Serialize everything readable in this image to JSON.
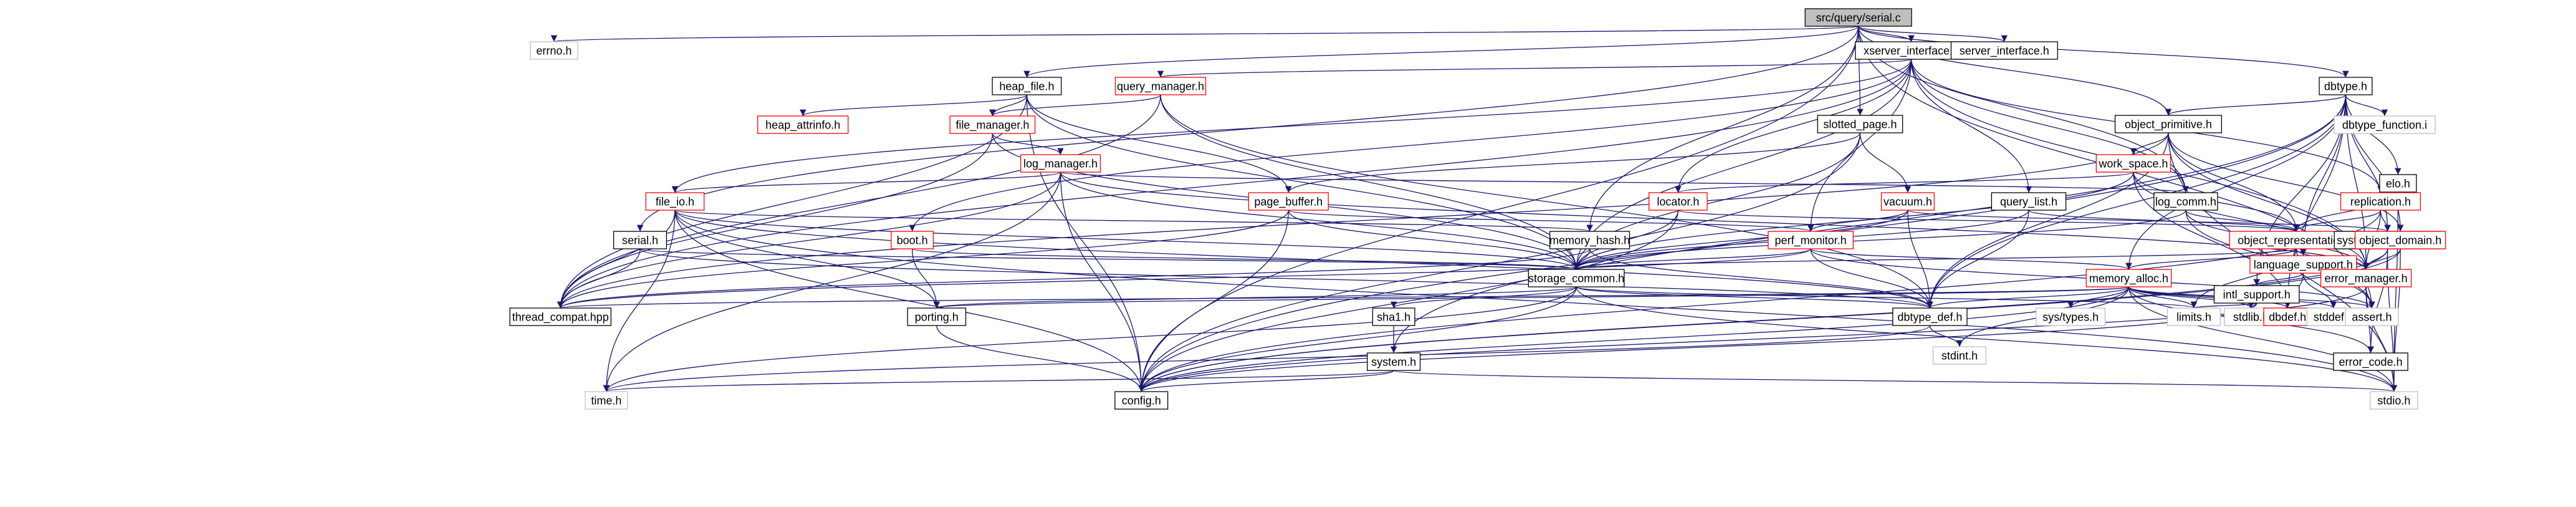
{
  "colors": {
    "edge": "#191970",
    "node_fill": "#ffffff",
    "root_fill": "#bfbfbf",
    "border_documented": "#000000",
    "border_undocumented": "#ff0000",
    "border_external": "#bfbfbf"
  },
  "nodes": [
    {
      "id": "serial_c",
      "label": "src/query/serial.c",
      "kind": "root"
    },
    {
      "id": "errno_h",
      "label": "errno.h",
      "kind": "external"
    },
    {
      "id": "heap_file_h",
      "label": "heap_file.h",
      "kind": "documented"
    },
    {
      "id": "xserver_interface_h",
      "label": "xserver_interface.h",
      "kind": "documented"
    },
    {
      "id": "server_interface_h",
      "label": "server_interface.h",
      "kind": "documented"
    },
    {
      "id": "dbtype_h",
      "label": "dbtype.h",
      "kind": "documented"
    },
    {
      "id": "heap_attrinfo_h",
      "label": "heap_attrinfo.h",
      "kind": "undocumented"
    },
    {
      "id": "file_manager_h",
      "label": "file_manager.h",
      "kind": "undocumented"
    },
    {
      "id": "query_manager_h",
      "label": "query_manager.h",
      "kind": "undocumented"
    },
    {
      "id": "slotted_page_h",
      "label": "slotted_page.h",
      "kind": "documented"
    },
    {
      "id": "object_primitive_h",
      "label": "object_primitive.h",
      "kind": "documented"
    },
    {
      "id": "dbtype_function_i",
      "label": "dbtype_function.i",
      "kind": "external"
    },
    {
      "id": "log_manager_h",
      "label": "log_manager.h",
      "kind": "undocumented"
    },
    {
      "id": "work_space_h",
      "label": "work_space.h",
      "kind": "undocumented"
    },
    {
      "id": "elo_h",
      "label": "elo.h",
      "kind": "documented"
    },
    {
      "id": "file_io_h",
      "label": "file_io.h",
      "kind": "undocumented"
    },
    {
      "id": "page_buffer_h",
      "label": "page_buffer.h",
      "kind": "undocumented"
    },
    {
      "id": "locator_h",
      "label": "locator.h",
      "kind": "undocumented"
    },
    {
      "id": "vacuum_h",
      "label": "vacuum.h",
      "kind": "undocumented"
    },
    {
      "id": "query_list_h",
      "label": "query_list.h",
      "kind": "documented"
    },
    {
      "id": "log_comm_h",
      "label": "log_comm.h",
      "kind": "documented"
    },
    {
      "id": "replication_h",
      "label": "replication.h",
      "kind": "undocumented"
    },
    {
      "id": "serial_h",
      "label": "serial.h",
      "kind": "documented"
    },
    {
      "id": "boot_h",
      "label": "boot.h",
      "kind": "undocumented"
    },
    {
      "id": "memory_hash_h",
      "label": "memory_hash.h",
      "kind": "documented"
    },
    {
      "id": "perf_monitor_h",
      "label": "perf_monitor.h",
      "kind": "undocumented"
    },
    {
      "id": "object_representation_h",
      "label": "object_representation.h",
      "kind": "undocumented"
    },
    {
      "id": "system_parameter_h",
      "label": "system_parameter.h",
      "kind": "documented"
    },
    {
      "id": "object_domain_h",
      "label": "object_domain.h",
      "kind": "undocumented"
    },
    {
      "id": "language_support_h",
      "label": "language_support.h",
      "kind": "undocumented"
    },
    {
      "id": "storage_common_h",
      "label": "storage_common.h",
      "kind": "documented"
    },
    {
      "id": "memory_alloc_h",
      "label": "memory_alloc.h",
      "kind": "undocumented"
    },
    {
      "id": "intl_support_h",
      "label": "intl_support.h",
      "kind": "documented"
    },
    {
      "id": "error_manager_h",
      "label": "error_manager.h",
      "kind": "undocumented"
    },
    {
      "id": "thread_compat_hpp",
      "label": "thread_compat.hpp",
      "kind": "documented"
    },
    {
      "id": "porting_h",
      "label": "porting.h",
      "kind": "documented"
    },
    {
      "id": "sha1_h",
      "label": "sha1.h",
      "kind": "documented"
    },
    {
      "id": "sys_types_h",
      "label": "sys/types.h",
      "kind": "external"
    },
    {
      "id": "limits_h",
      "label": "limits.h",
      "kind": "external"
    },
    {
      "id": "dbtype_def_h",
      "label": "dbtype_def.h",
      "kind": "documented"
    },
    {
      "id": "stdlib_h",
      "label": "stdlib.h",
      "kind": "external"
    },
    {
      "id": "dbdef_h",
      "label": "dbdef.h",
      "kind": "undocumented"
    },
    {
      "id": "stddef_h",
      "label": "stddef.h",
      "kind": "external"
    },
    {
      "id": "assert_h",
      "label": "assert.h",
      "kind": "external"
    },
    {
      "id": "system_h",
      "label": "system.h",
      "kind": "documented"
    },
    {
      "id": "stdint_h",
      "label": "stdint.h",
      "kind": "external"
    },
    {
      "id": "error_code_h",
      "label": "error_code.h",
      "kind": "documented"
    },
    {
      "id": "time_h",
      "label": "time.h",
      "kind": "external"
    },
    {
      "id": "config_h",
      "label": "config.h",
      "kind": "documented"
    },
    {
      "id": "stdio_h",
      "label": "stdio.h",
      "kind": "external"
    }
  ],
  "edges": [
    [
      "serial_c",
      "errno_h"
    ],
    [
      "serial_c",
      "heap_file_h"
    ],
    [
      "serial_c",
      "xserver_interface_h"
    ],
    [
      "serial_c",
      "server_interface_h"
    ],
    [
      "serial_c",
      "dbtype_h"
    ],
    [
      "serial_c",
      "slotted_page_h"
    ],
    [
      "serial_c",
      "object_primitive_h"
    ],
    [
      "serial_c",
      "log_comm_h"
    ],
    [
      "serial_c",
      "serial_h"
    ],
    [
      "serial_c",
      "memory_hash_h"
    ],
    [
      "serial_c",
      "config_h"
    ],
    [
      "serial_c",
      "assert_h"
    ],
    [
      "heap_file_h",
      "heap_attrinfo_h"
    ],
    [
      "heap_file_h",
      "file_manager_h"
    ],
    [
      "heap_file_h",
      "page_buffer_h"
    ],
    [
      "heap_file_h",
      "thread_compat_hpp"
    ],
    [
      "heap_file_h",
      "storage_common_h"
    ],
    [
      "heap_file_h",
      "config_h"
    ],
    [
      "xserver_interface_h",
      "query_manager_h"
    ],
    [
      "xserver_interface_h",
      "file_io_h"
    ],
    [
      "xserver_interface_h",
      "locator_h"
    ],
    [
      "xserver_interface_h",
      "perf_monitor_h"
    ],
    [
      "xserver_interface_h",
      "query_list_h"
    ],
    [
      "xserver_interface_h",
      "replication_h"
    ],
    [
      "xserver_interface_h",
      "boot_h"
    ],
    [
      "xserver_interface_h",
      "storage_common_h"
    ],
    [
      "xserver_interface_h",
      "error_manager_h"
    ],
    [
      "xserver_interface_h",
      "thread_compat_hpp"
    ],
    [
      "xserver_interface_h",
      "log_comm_h"
    ],
    [
      "dbtype_h",
      "object_primitive_h"
    ],
    [
      "dbtype_h",
      "dbtype_function_i"
    ],
    [
      "dbtype_h",
      "elo_h"
    ],
    [
      "dbtype_h",
      "object_domain_h"
    ],
    [
      "dbtype_h",
      "language_support_h"
    ],
    [
      "dbtype_h",
      "intl_support_h"
    ],
    [
      "dbtype_h",
      "system_parameter_h"
    ],
    [
      "dbtype_h",
      "error_manager_h"
    ],
    [
      "dbtype_h",
      "dbtype_def_h"
    ],
    [
      "dbtype_h",
      "memory_alloc_h"
    ],
    [
      "dbtype_h",
      "system_h"
    ],
    [
      "dbtype_h",
      "config_h"
    ],
    [
      "dbtype_h",
      "dbdef_h"
    ],
    [
      "query_manager_h",
      "file_manager_h"
    ],
    [
      "query_manager_h",
      "storage_common_h"
    ],
    [
      "query_manager_h",
      "thread_compat_hpp"
    ],
    [
      "query_manager_h",
      "dbtype_def_h"
    ],
    [
      "file_manager_h",
      "log_manager_h"
    ],
    [
      "file_manager_h",
      "storage_common_h"
    ],
    [
      "file_manager_h",
      "thread_compat_hpp"
    ],
    [
      "slotted_page_h",
      "vacuum_h"
    ],
    [
      "slotted_page_h",
      "page_buffer_h"
    ],
    [
      "slotted_page_h",
      "storage_common_h"
    ],
    [
      "slotted_page_h",
      "config_h"
    ],
    [
      "object_primitive_h",
      "work_space_h"
    ],
    [
      "object_primitive_h",
      "object_representation_h"
    ],
    [
      "object_primitive_h",
      "object_domain_h"
    ],
    [
      "object_primitive_h",
      "error_manager_h"
    ],
    [
      "object_primitive_h",
      "thread_compat_hpp"
    ],
    [
      "object_primitive_h",
      "stdio_h"
    ],
    [
      "object_primitive_h",
      "dbtype_def_h"
    ],
    [
      "log_manager_h",
      "file_io_h"
    ],
    [
      "log_manager_h",
      "log_comm_h"
    ],
    [
      "log_manager_h",
      "storage_common_h"
    ],
    [
      "log_manager_h",
      "thread_compat_hpp"
    ],
    [
      "log_manager_h",
      "config_h"
    ],
    [
      "log_manager_h",
      "time_h"
    ],
    [
      "log_manager_h",
      "error_manager_h"
    ],
    [
      "work_space_h",
      "locator_h"
    ],
    [
      "work_space_h",
      "object_representation_h"
    ],
    [
      "work_space_h",
      "storage_common_h"
    ],
    [
      "work_space_h",
      "error_manager_h"
    ],
    [
      "work_space_h",
      "dbdef_h"
    ],
    [
      "elo_h",
      "object_representation_h"
    ],
    [
      "elo_h",
      "stdio_h"
    ],
    [
      "file_io_h",
      "porting_h"
    ],
    [
      "file_io_h",
      "storage_common_h"
    ],
    [
      "file_io_h",
      "thread_compat_hpp"
    ],
    [
      "file_io_h",
      "memory_hash_h"
    ],
    [
      "file_io_h",
      "time_h"
    ],
    [
      "file_io_h",
      "dbtype_def_h"
    ],
    [
      "file_io_h",
      "config_h"
    ],
    [
      "file_io_h",
      "stdio_h"
    ],
    [
      "page_buffer_h",
      "perf_monitor_h"
    ],
    [
      "page_buffer_h",
      "storage_common_h"
    ],
    [
      "page_buffer_h",
      "thread_compat_hpp"
    ],
    [
      "page_buffer_h",
      "config_h"
    ],
    [
      "locator_h",
      "storage_common_h"
    ],
    [
      "locator_h",
      "object_representation_h"
    ],
    [
      "locator_h",
      "config_h"
    ],
    [
      "vacuum_h",
      "storage_common_h"
    ],
    [
      "vacuum_h",
      "perf_monitor_h"
    ],
    [
      "vacuum_h",
      "dbtype_def_h"
    ],
    [
      "vacuum_h",
      "system_parameter_h"
    ],
    [
      "query_list_h",
      "object_representation_h"
    ],
    [
      "query_list_h",
      "storage_common_h"
    ],
    [
      "query_list_h",
      "dbtype_def_h"
    ],
    [
      "log_comm_h",
      "object_representation_h"
    ],
    [
      "log_comm_h",
      "storage_common_h"
    ],
    [
      "log_comm_h",
      "error_manager_h"
    ],
    [
      "log_comm_h",
      "assert_h"
    ],
    [
      "replication_h",
      "system_parameter_h"
    ],
    [
      "replication_h",
      "object_representation_h"
    ],
    [
      "replication_h",
      "error_manager_h"
    ],
    [
      "replication_h",
      "config_h"
    ],
    [
      "serial_h",
      "storage_common_h"
    ],
    [
      "serial_h",
      "thread_compat_hpp"
    ],
    [
      "serial_h",
      "dbtype_def_h"
    ],
    [
      "boot_h",
      "storage_common_h"
    ],
    [
      "boot_h",
      "porting_h"
    ],
    [
      "memory_hash_h",
      "storage_common_h"
    ],
    [
      "memory_hash_h",
      "dbtype_def_h"
    ],
    [
      "memory_hash_h",
      "thread_compat_hpp"
    ],
    [
      "perf_monitor_h",
      "memory_alloc_h"
    ],
    [
      "perf_monitor_h",
      "storage_common_h"
    ],
    [
      "perf_monitor_h",
      "thread_compat_hpp"
    ],
    [
      "perf_monitor_h",
      "dbtype_def_h"
    ],
    [
      "perf_monitor_h",
      "assert_h"
    ],
    [
      "object_representation_h",
      "storage_common_h"
    ],
    [
      "object_representation_h",
      "memory_alloc_h"
    ],
    [
      "object_representation_h",
      "error_manager_h"
    ],
    [
      "object_representation_h",
      "limits_h"
    ],
    [
      "object_representation_h",
      "assert_h"
    ],
    [
      "system_parameter_h",
      "error_manager_h"
    ],
    [
      "system_parameter_h",
      "error_code_h"
    ],
    [
      "system_parameter_h",
      "config_h"
    ],
    [
      "system_parameter_h",
      "stdio_h"
    ],
    [
      "object_domain_h",
      "error_manager_h"
    ],
    [
      "object_domain_h",
      "config_h"
    ],
    [
      "object_domain_h",
      "stdio_h"
    ],
    [
      "language_support_h",
      "intl_support_h"
    ],
    [
      "language_support_h",
      "stddef_h"
    ],
    [
      "language_support_h",
      "dbdef_h"
    ],
    [
      "storage_common_h",
      "porting_h"
    ],
    [
      "storage_common_h",
      "sha1_h"
    ],
    [
      "storage_common_h",
      "dbtype_def_h"
    ],
    [
      "storage_common_h",
      "config_h"
    ],
    [
      "storage_common_h",
      "time_h"
    ],
    [
      "storage_common_h",
      "limits_h"
    ],
    [
      "storage_common_h",
      "stdio_h"
    ],
    [
      "memory_alloc_h",
      "sys_types_h"
    ],
    [
      "memory_alloc_h",
      "limits_h"
    ],
    [
      "memory_alloc_h",
      "stdlib_h"
    ],
    [
      "memory_alloc_h",
      "dbtype_def_h"
    ],
    [
      "memory_alloc_h",
      "dbdef_h"
    ],
    [
      "memory_alloc_h",
      "stddef_h"
    ],
    [
      "memory_alloc_h",
      "assert_h"
    ],
    [
      "memory_alloc_h",
      "stdint_h"
    ],
    [
      "memory_alloc_h",
      "error_code_h"
    ],
    [
      "memory_alloc_h",
      "config_h"
    ],
    [
      "memory_alloc_h",
      "thread_compat_hpp"
    ],
    [
      "memory_alloc_h",
      "porting_h"
    ],
    [
      "memory_alloc_h",
      "stdio_h"
    ],
    [
      "intl_support_h",
      "limits_h"
    ],
    [
      "intl_support_h",
      "stdlib_h"
    ],
    [
      "intl_support_h",
      "config_h"
    ],
    [
      "error_manager_h",
      "error_code_h"
    ],
    [
      "error_manager_h",
      "assert_h"
    ],
    [
      "error_manager_h",
      "config_h"
    ],
    [
      "error_manager_h",
      "stdio_h"
    ],
    [
      "porting_h",
      "config_h"
    ],
    [
      "sha1_h",
      "system_h"
    ],
    [
      "dbtype_def_h",
      "stdint_h"
    ],
    [
      "dbtype_def_h",
      "time_h"
    ],
    [
      "system_h",
      "time_h"
    ],
    [
      "system_h",
      "config_h"
    ],
    [
      "system_h",
      "stdio_h"
    ]
  ]
}
